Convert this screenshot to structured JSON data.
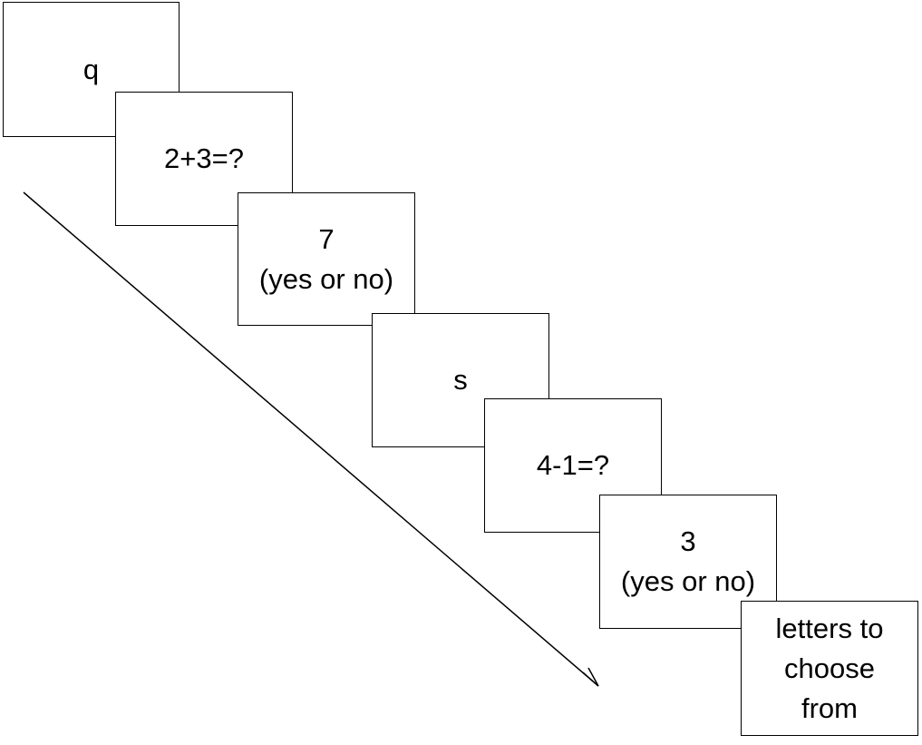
{
  "cards": [
    {
      "lines": [
        "q"
      ]
    },
    {
      "lines": [
        "2+3=?"
      ]
    },
    {
      "lines": [
        "7",
        "(yes or no)"
      ]
    },
    {
      "lines": [
        "s"
      ]
    },
    {
      "lines": [
        "4-1=?"
      ]
    },
    {
      "lines": [
        "3",
        "(yes or no)"
      ]
    },
    {
      "lines": [
        "letters to",
        "choose",
        "from"
      ]
    }
  ],
  "colors": {
    "stroke": "#000000",
    "background": "#ffffff"
  }
}
